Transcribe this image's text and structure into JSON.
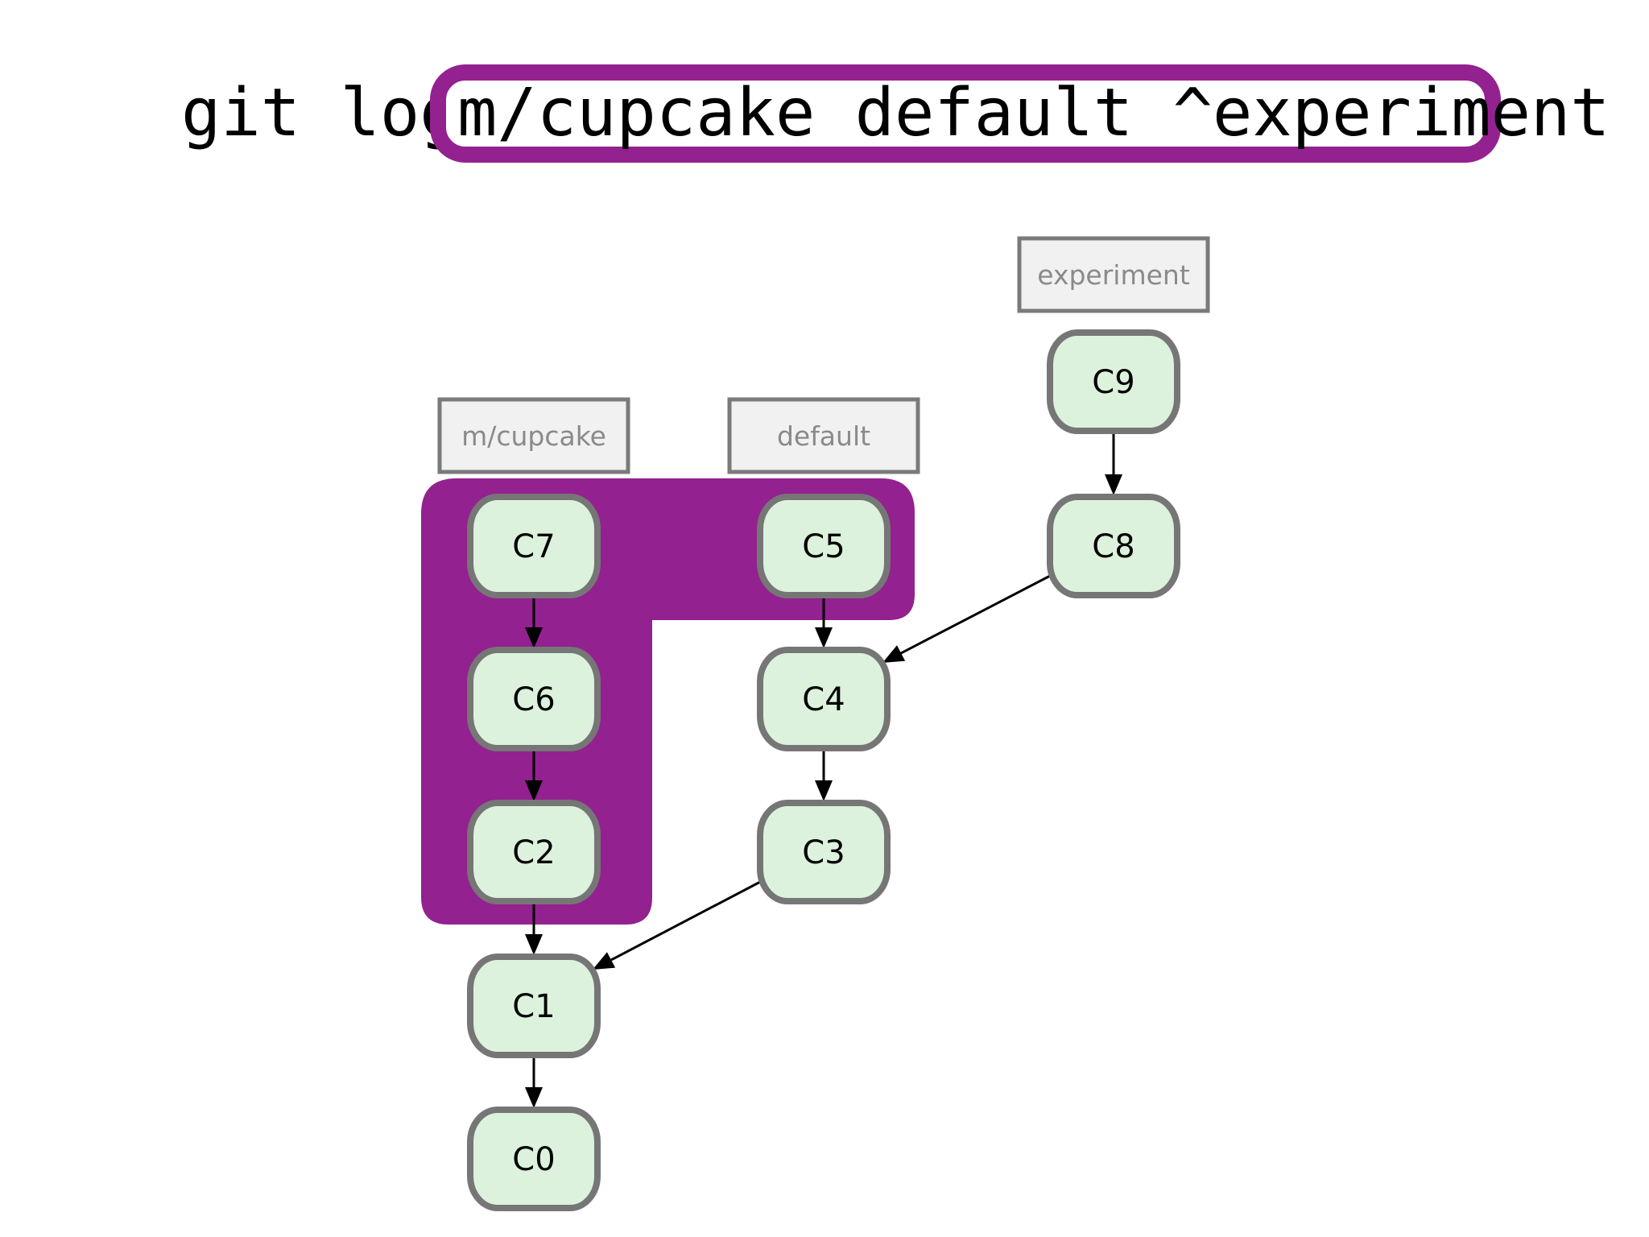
{
  "command": {
    "prefix": "git log",
    "highlighted_args": "m/cupcake default ^experiment"
  },
  "colors": {
    "highlight": "#93218f",
    "commit_fill": "#dcf2dc",
    "commit_stroke": "#767676",
    "branch_fill": "#f1f1f1",
    "branch_stroke": "#7a7a7a",
    "branch_text": "#8a8a8a"
  },
  "branches": [
    {
      "id": "mcupcake",
      "label": "m/cupcake",
      "points_to": "C7"
    },
    {
      "id": "default",
      "label": "default",
      "points_to": "C5"
    },
    {
      "id": "experiment",
      "label": "experiment",
      "points_to": "C9"
    }
  ],
  "commits": [
    {
      "id": "C0",
      "label": "C0",
      "selected": false
    },
    {
      "id": "C1",
      "label": "C1",
      "selected": false
    },
    {
      "id": "C2",
      "label": "C2",
      "selected": true
    },
    {
      "id": "C3",
      "label": "C3",
      "selected": false
    },
    {
      "id": "C4",
      "label": "C4",
      "selected": false
    },
    {
      "id": "C5",
      "label": "C5",
      "selected": true
    },
    {
      "id": "C6",
      "label": "C6",
      "selected": true
    },
    {
      "id": "C7",
      "label": "C7",
      "selected": true
    },
    {
      "id": "C8",
      "label": "C8",
      "selected": false
    },
    {
      "id": "C9",
      "label": "C9",
      "selected": false
    }
  ],
  "edges": [
    {
      "from": "C7",
      "to": "C6"
    },
    {
      "from": "C6",
      "to": "C2"
    },
    {
      "from": "C2",
      "to": "C1"
    },
    {
      "from": "C1",
      "to": "C0"
    },
    {
      "from": "C5",
      "to": "C4"
    },
    {
      "from": "C4",
      "to": "C3"
    },
    {
      "from": "C3",
      "to": "C1"
    },
    {
      "from": "C9",
      "to": "C8"
    },
    {
      "from": "C8",
      "to": "C4"
    }
  ]
}
